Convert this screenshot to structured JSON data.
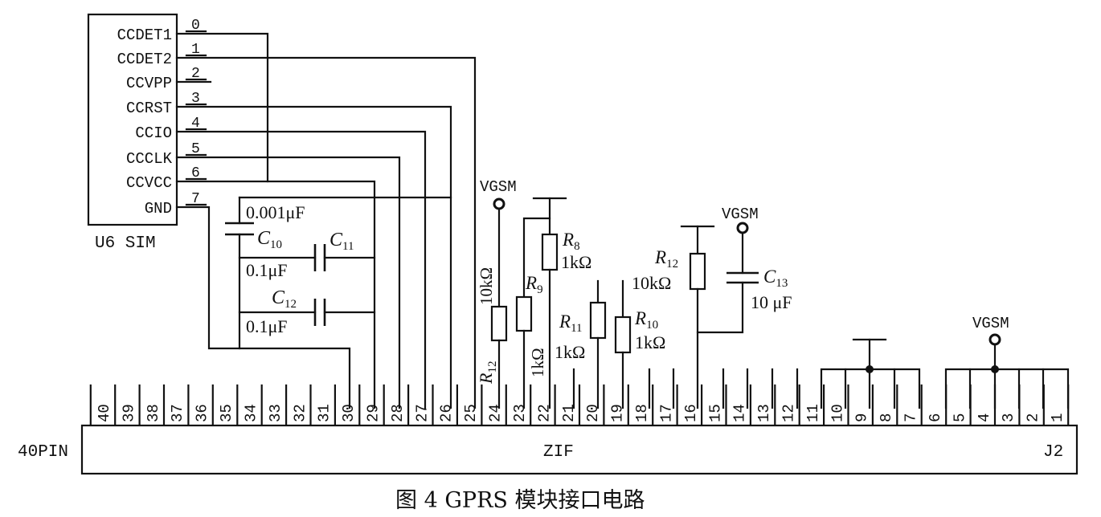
{
  "sim": {
    "signals": [
      "CCDET1",
      "CCDET2",
      "CCVPP",
      "CCRST",
      "CCIO",
      "CCCLK",
      "CCVCC",
      "GND"
    ],
    "pins": [
      "0",
      "1",
      "2",
      "3",
      "4",
      "5",
      "6",
      "7"
    ],
    "label": "U6 SIM"
  },
  "connector": {
    "left_label": "40PIN",
    "center_label": "ZIF",
    "right_label": "J2",
    "pins": [
      "40",
      "39",
      "38",
      "37",
      "36",
      "35",
      "34",
      "33",
      "32",
      "31",
      "30",
      "29",
      "28",
      "27",
      "26",
      "25",
      "24",
      "23",
      "22",
      "21",
      "20",
      "19",
      "18",
      "17",
      "16",
      "15",
      "14",
      "13",
      "12",
      "11",
      "10",
      "9",
      "8",
      "7",
      "6",
      "5",
      "4",
      "3",
      "2",
      "1"
    ]
  },
  "capacitors": {
    "c10": {
      "name": "C",
      "sub": "10",
      "value": "0.001μF"
    },
    "c11": {
      "name": "C",
      "sub": "11",
      "value": "0.1μF"
    },
    "c12": {
      "name": "C",
      "sub": "12",
      "value": "0.1μF"
    },
    "c13": {
      "name": "C",
      "sub": "13",
      "value": "10 μF"
    }
  },
  "resistors": {
    "r12a": {
      "name": "R",
      "sub": "12",
      "value": "10kΩ"
    },
    "r9": {
      "name": "R",
      "sub": "9",
      "value": "1kΩ"
    },
    "r8": {
      "name": "R",
      "sub": "8",
      "value": "1kΩ"
    },
    "r11": {
      "name": "R",
      "sub": "11",
      "value": "1kΩ"
    },
    "r10": {
      "name": "R",
      "sub": "10",
      "value": "1kΩ"
    },
    "r12b": {
      "name": "R",
      "sub": "12",
      "value": "10kΩ"
    }
  },
  "power": {
    "vgsm1": "VGSM",
    "vgsm2": "VGSM",
    "vgsm3": "VGSM"
  },
  "caption": "图 4  GPRS 模块接口电路"
}
